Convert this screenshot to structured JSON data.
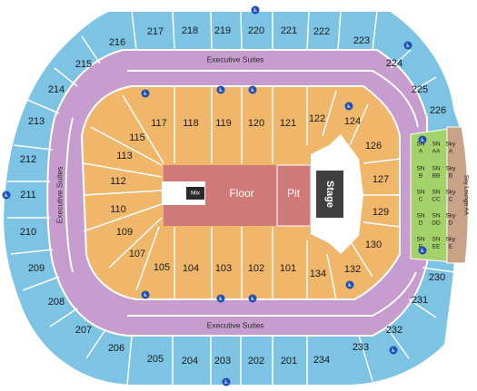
{
  "colors": {
    "upper": "#7cc3e4",
    "suites": "#c79ccf",
    "lower": "#f0b76b",
    "floor": "#cf7978",
    "pit": "#cf7978",
    "snside": "#a3d26b",
    "skylounge": "#c8a387",
    "stage": "#404040",
    "mix": "#2a2a2a",
    "walkway": "#ffffff",
    "access": "#1e4fb5"
  },
  "stage": {
    "label": "Stage"
  },
  "floor": {
    "label": "Floor",
    "pit": "Pit",
    "mix": "Mix"
  },
  "suites": {
    "top": "Executive Suites",
    "bottom": "Executive Suites",
    "left": "Executive Suites"
  },
  "sky_lounge": {
    "label": "Sky Lounge AA"
  },
  "upper_sections": [
    "217",
    "218",
    "219",
    "220",
    "221",
    "222",
    "223",
    "224",
    "225",
    "226",
    "216",
    "215",
    "214",
    "213",
    "212",
    "211",
    "210",
    "209",
    "208",
    "207",
    "206",
    "205",
    "204",
    "203",
    "202",
    "201",
    "234",
    "233",
    "232",
    "231",
    "230"
  ],
  "lower_sections": [
    "117",
    "118",
    "119",
    "120",
    "121",
    "122",
    "124",
    "126",
    "127",
    "129",
    "130",
    "132",
    "134",
    "101",
    "102",
    "103",
    "104",
    "105",
    "107",
    "109",
    "110",
    "112",
    "113",
    "115"
  ],
  "sn_sections": [
    {
      "top": "SN",
      "bottom": "A"
    },
    {
      "top": "SN",
      "bottom": "AA"
    },
    {
      "top": "Sky",
      "bottom": "A"
    },
    {
      "top": "SN",
      "bottom": "B"
    },
    {
      "top": "SN",
      "bottom": "BB"
    },
    {
      "top": "Sky",
      "bottom": "B"
    },
    {
      "top": "SN",
      "bottom": "C"
    },
    {
      "top": "SN",
      "bottom": "CC"
    },
    {
      "top": "Sky",
      "bottom": "C"
    },
    {
      "top": "SN",
      "bottom": "D"
    },
    {
      "top": "SN",
      "bottom": "DD"
    },
    {
      "top": "Sky",
      "bottom": "D"
    },
    {
      "top": "SN",
      "bottom": "E"
    },
    {
      "top": "SN",
      "bottom": "EE"
    },
    {
      "top": "Sky",
      "bottom": "E"
    }
  ],
  "accessibility_icons": "wheelchair-icon"
}
